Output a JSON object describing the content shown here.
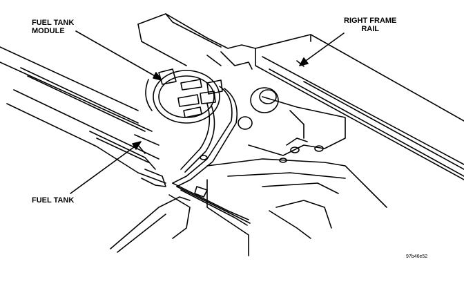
{
  "diagram": {
    "labels": {
      "fuel_tank_module_line1": "FUEL TANK",
      "fuel_tank_module_line2": "MODULE",
      "right_frame_rail_line1": "RIGHT FRAME",
      "right_frame_rail_line2": "RAIL",
      "fuel_tank": "FUEL TANK"
    },
    "figure_ref": "97b46e52"
  }
}
